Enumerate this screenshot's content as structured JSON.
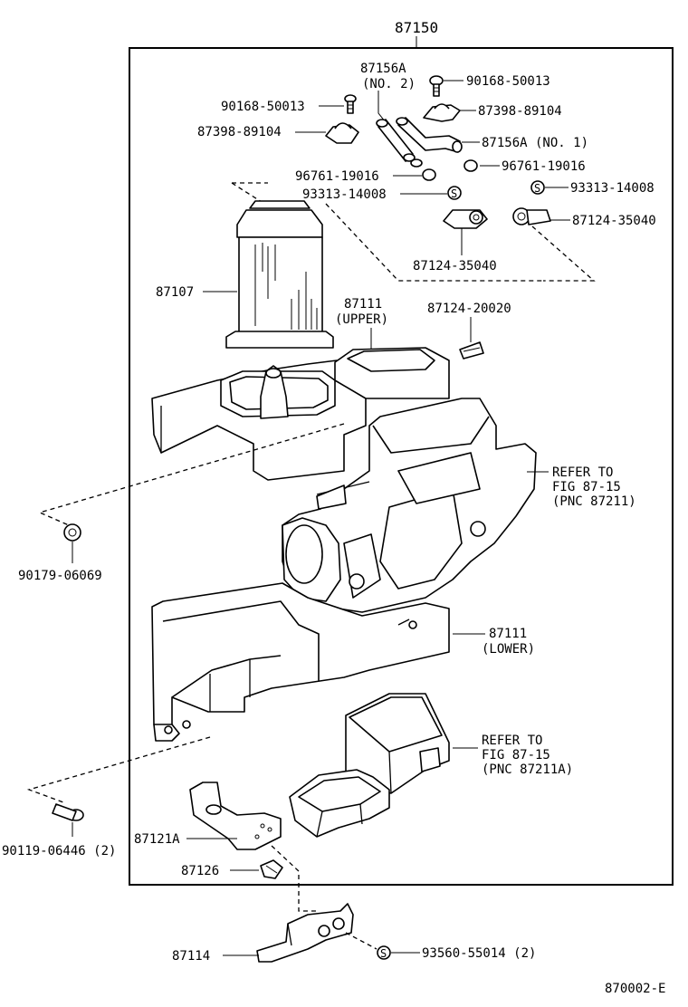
{
  "diagram": {
    "assembly_number": "87150",
    "figure_code": "870002-E",
    "callouts": {
      "p90168_a": "90168-50013",
      "p90168_b": "90168-50013",
      "p87156_no2_num": "87156A",
      "p87156_no2_sub": "(NO. 2)",
      "p87156_no1": "87156A (NO. 1)",
      "p87398_a": "87398-89104",
      "p87398_b": "87398-89104",
      "p96761_a": "96761-19016",
      "p96761_b": "96761-19016",
      "p93313_a": "93313-14008",
      "p93313_b": "93313-14008",
      "p87124_35040_a": "87124-35040",
      "p87124_35040_b": "87124-35040",
      "p87107": "87107",
      "p87111_upper_num": "87111",
      "p87111_upper_sub": "(UPPER)",
      "p87124_20020": "87124-20020",
      "refer1_l1": "REFER TO",
      "refer1_l2": "FIG 87-15",
      "refer1_l3": "(PNC 87211)",
      "p90179": "90179-06069",
      "p87111_lower_num": "87111",
      "p87111_lower_sub": "(LOWER)",
      "refer2_l1": "REFER TO",
      "refer2_l2": "FIG 87-15",
      "refer2_l3": "(PNC 87211A)",
      "p90119": "90119-06446 (2)",
      "p87121A": "87121A",
      "p87126": "87126",
      "p87114": "87114",
      "p93560": "93560-55014 (2)"
    },
    "s_marker": "S"
  }
}
